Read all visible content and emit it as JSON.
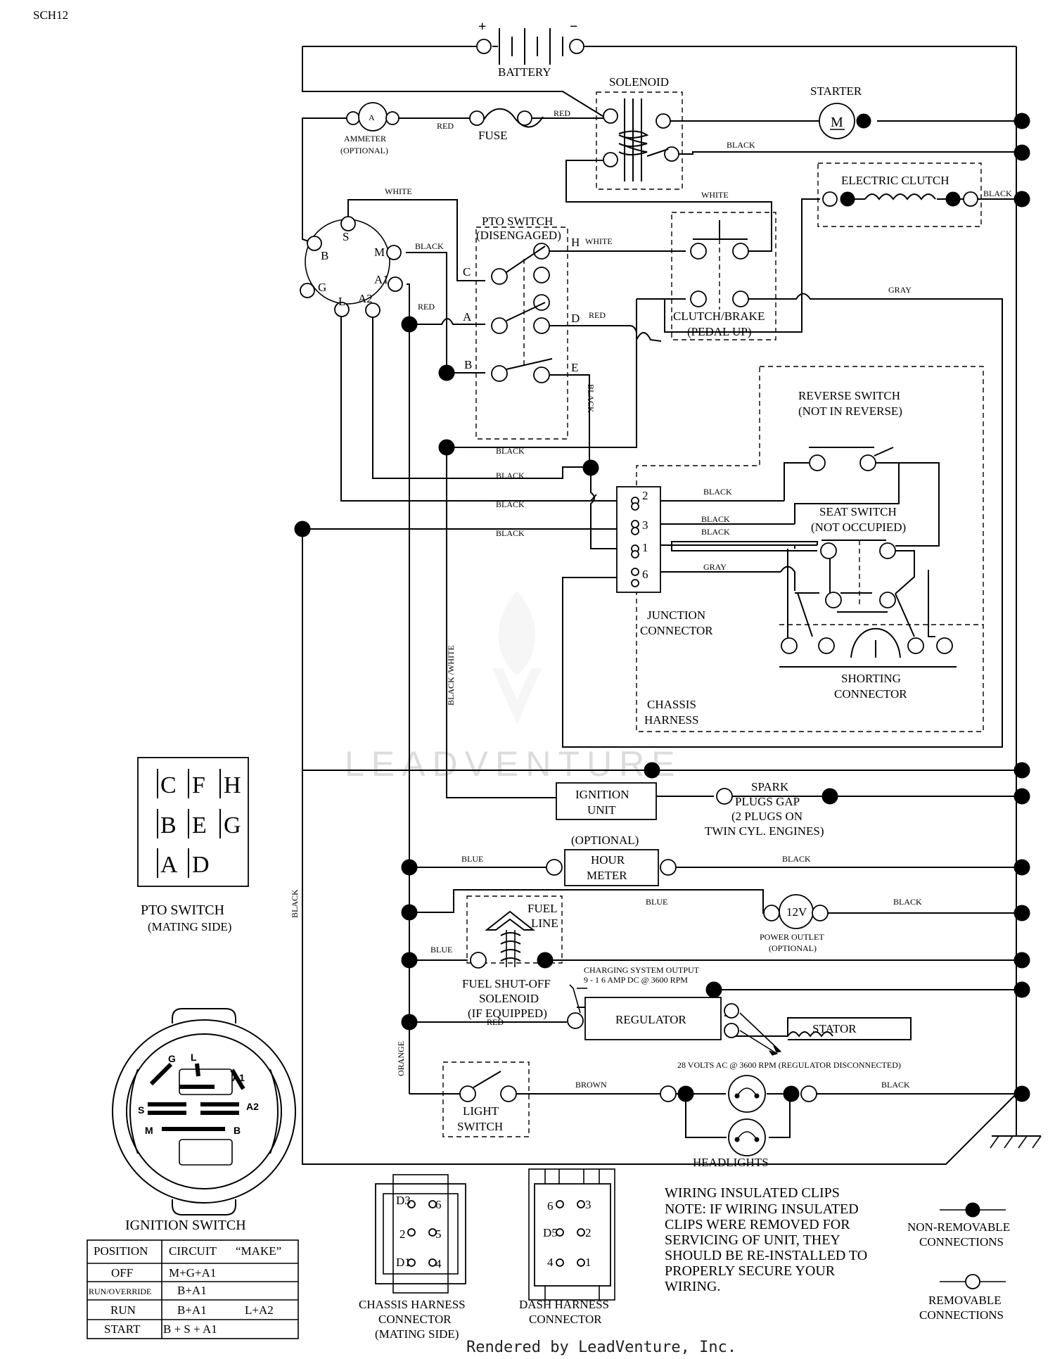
{
  "sheet_id": "SCH12",
  "components": {
    "battery": {
      "label": "BATTERY",
      "plus": "+",
      "minus": "−"
    },
    "solenoid": "SOLENOID",
    "starter": {
      "label": "STARTER",
      "symbol": "M"
    },
    "ammeter": {
      "symbol": "A",
      "label": "AMMETER",
      "sub": "(OPTIONAL)"
    },
    "fuse": "FUSE",
    "electric_clutch": "ELECTRIC CLUTCH",
    "pto_switch": {
      "label": "PTO SWITCH",
      "sub": "(DISENGAGED)",
      "terminals": {
        "c": "C",
        "a": "A",
        "b": "B",
        "h": "H",
        "d": "D",
        "e": "E"
      }
    },
    "clutch_brake": {
      "label": "CLUTCH/BRAKE",
      "sub": "(PEDAL UP)"
    },
    "ignition_terminals": {
      "s": "S",
      "b": "B",
      "m": "M",
      "g": "G",
      "a1": "A1",
      "l": "L",
      "a2": "A2"
    },
    "reverse_switch": {
      "label": "REVERSE SWITCH",
      "sub": "(NOT IN REVERSE)"
    },
    "seat_switch": {
      "label": "SEAT SWITCH",
      "sub": "(NOT OCCUPIED)"
    },
    "junction_connector": {
      "l1": "JUNCTION",
      "l2": "CONNECTOR",
      "pins": {
        "p2": "2",
        "p3": "3",
        "p1": "1",
        "p6": "6"
      }
    },
    "shorting_connector": {
      "l1": "SHORTING",
      "l2": "CONNECTOR"
    },
    "chassis_harness": {
      "l1": "CHASSIS",
      "l2": "HARNESS"
    },
    "ignition_unit": {
      "l1": "IGNITION",
      "l2": "UNIT"
    },
    "spark_plugs": {
      "l1": "SPARK",
      "l2": "PLUGS GAP",
      "l3": "(2 PLUGS ON",
      "l4": "TWIN CYL. ENGINES)"
    },
    "hour_meter": {
      "opt": "(OPTIONAL)",
      "l1": "HOUR",
      "l2": "METER"
    },
    "fuel_line": {
      "l1": "FUEL",
      "l2": "LINE"
    },
    "power_outlet": {
      "symbol": "12V",
      "l1": "POWER OUTLET",
      "l2": "(OPTIONAL)"
    },
    "fuel_shutoff": {
      "l1": "FUEL SHUT-OFF",
      "l2": "SOLENOID",
      "l3": "(IF EQUIPPED)"
    },
    "charging": {
      "l1": "CHARGING SYSTEM OUTPUT",
      "l2": "9 - 1 6 AMP DC @ 3600 RPM"
    },
    "regulator": "REGULATOR",
    "stator": "STATOR",
    "stator_note": "28 VOLTS AC @ 3600 RPM (REGULATOR DISCONNECTED)",
    "light_switch": {
      "l1": "LIGHT",
      "l2": "SWITCH"
    },
    "headlights": "HEADLIGHTS"
  },
  "wire_colors": {
    "red": "RED",
    "black": "BLACK",
    "white": "WHITE",
    "gray": "GRAY",
    "blue": "BLUE",
    "orange": "ORANGE",
    "brown": "BROWN",
    "black_white": "BLACK /WHITE"
  },
  "pto_mating": {
    "label": "PTO SWITCH",
    "sub": "(MATING SIDE)",
    "rows": [
      [
        "C",
        "F",
        "H"
      ],
      [
        "B",
        "E",
        "G"
      ],
      [
        "A",
        "D"
      ]
    ]
  },
  "ignition_switch": {
    "label": "IGNITION SWITCH",
    "terminals": {
      "g": "G",
      "l": "L",
      "a1": "A1",
      "s": "S",
      "a2": "A2",
      "m": "M",
      "b": "B"
    },
    "table": {
      "headers": [
        "POSITION",
        "CIRCUIT",
        "“MAKE”"
      ],
      "rows": [
        {
          "position": "OFF",
          "circuit": "M+G+A1",
          "make": ""
        },
        {
          "position": "RUN/OVERRIDE",
          "circuit": "B+A1",
          "make": ""
        },
        {
          "position": "RUN",
          "circuit": "B+A1",
          "make": "L+A2"
        },
        {
          "position": "START",
          "circuit": "B + S + A1",
          "make": ""
        }
      ]
    }
  },
  "connectors": {
    "chassis": {
      "l1": "CHASSIS HARNESS",
      "l2": "CONNECTOR",
      "l3": "(MATING SIDE)",
      "pins": [
        "D3",
        "6",
        "2",
        "5",
        "D1",
        "4"
      ]
    },
    "dash": {
      "l1": "DASH HARNESS",
      "l2": "CONNECTOR",
      "pins": [
        "6",
        "3",
        "D5",
        "2",
        "4",
        "1"
      ]
    }
  },
  "note": {
    "title": "WIRING INSULATED CLIPS",
    "lines": [
      "NOTE:  IF WIRING INSULATED",
      "CLIPS WERE REMOVED FOR",
      "SERVICING OF UNIT, THEY",
      "SHOULD BE RE-INSTALLED TO",
      "PROPERLY SECURE YOUR",
      "WIRING."
    ]
  },
  "legend": {
    "non_removable": [
      "NON-REMOVABLE",
      "CONNECTIONS"
    ],
    "removable": [
      "REMOVABLE",
      "CONNECTIONS"
    ]
  },
  "watermark": "LEADVENTURE",
  "footer": "Rendered by LeadVenture, Inc."
}
